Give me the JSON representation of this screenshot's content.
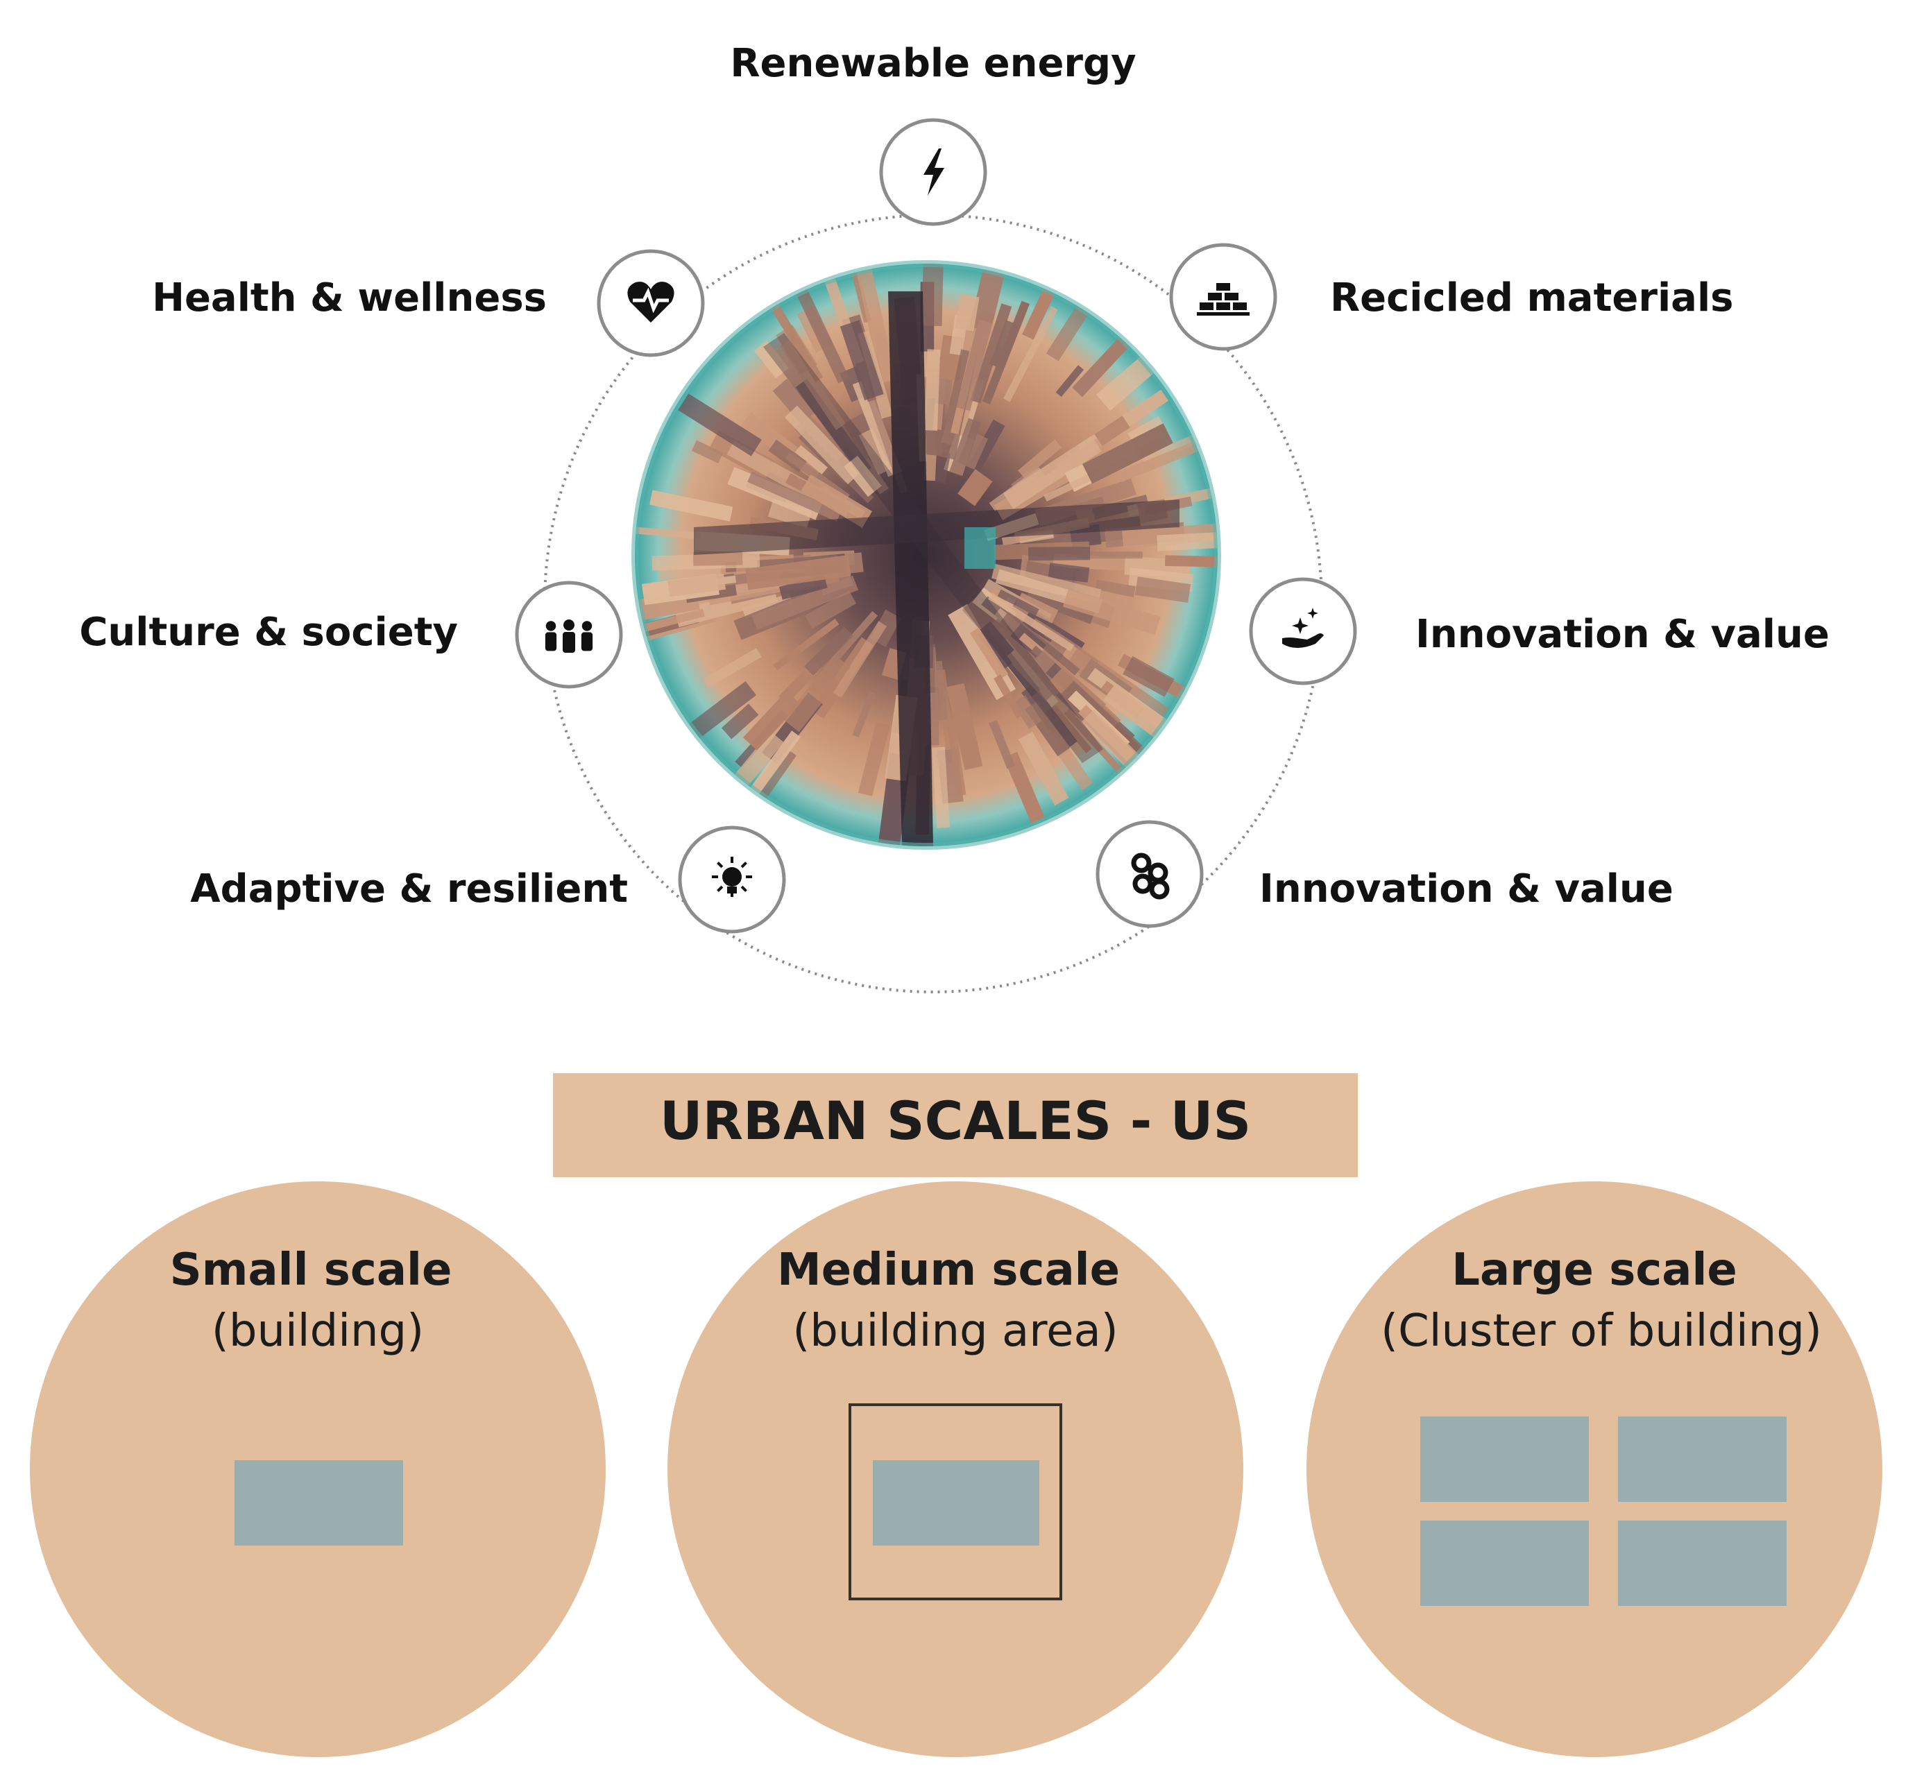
{
  "top_diagram": {
    "pillars": [
      {
        "label": "Renewable energy",
        "icon": "lightning-bolt-icon"
      },
      {
        "label": "Recicled materials",
        "icon": "brick-stack-icon"
      },
      {
        "label": "Innovation & value",
        "icon": "hand-sparkle-icon"
      },
      {
        "label": "Innovation & value",
        "icon": "linked-rings-icon"
      },
      {
        "label": "Adaptive & resilient",
        "icon": "light-bulb-icon"
      },
      {
        "label": "Culture & society",
        "icon": "people-group-icon"
      },
      {
        "label": "Health & wellness",
        "icon": "heart-pulse-icon"
      }
    ]
  },
  "urban_scales": {
    "title": "URBAN SCALES - US",
    "scales": [
      {
        "name": "Small scale",
        "description": "(building)"
      },
      {
        "name": "Medium scale",
        "description": "(building area)"
      },
      {
        "name": "Large scale",
        "description": "(Cluster of building)"
      }
    ]
  },
  "colors": {
    "tan": "#e2be9c",
    "banner": "#e3bf9d",
    "building": "#9aadaf",
    "teal": "#3fa5a2",
    "city_dark": "#4a3a44",
    "city_light": "#c99b7c"
  }
}
